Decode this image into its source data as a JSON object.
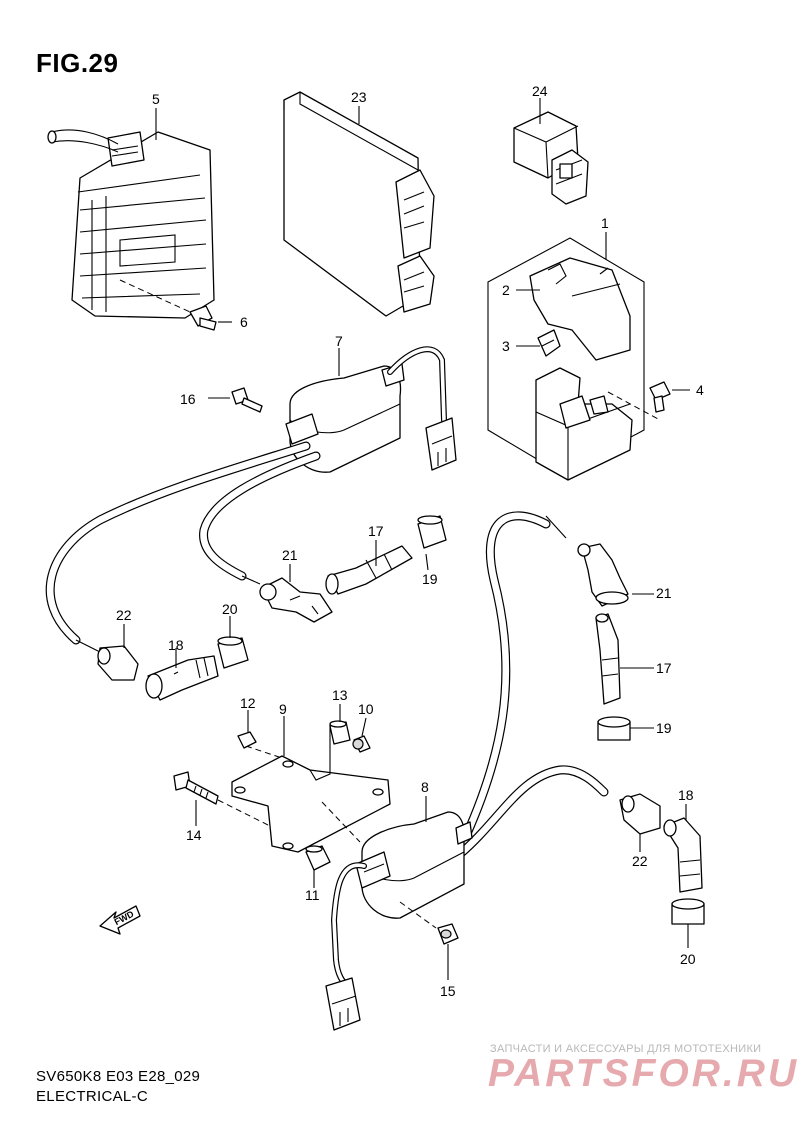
{
  "figure": {
    "title": "FIG.29",
    "model_line": "SV650K8 E03 E28_029",
    "section": "ELECTRICAL-C",
    "fwd_arrow_label": "FWD"
  },
  "callouts": [
    "1",
    "2",
    "3",
    "4",
    "5",
    "6",
    "7",
    "8",
    "9",
    "10",
    "11",
    "12",
    "13",
    "14",
    "15",
    "16",
    "17",
    "17",
    "18",
    "18",
    "19",
    "19",
    "20",
    "20",
    "21",
    "21",
    "22",
    "22",
    "23",
    "24"
  ],
  "watermark": {
    "tagline": "ЗАПЧАСТИ И АКСЕССУАРЫ ДЛЯ МОТОТЕХНИКИ",
    "brand": "PARTSFOR.RU"
  }
}
